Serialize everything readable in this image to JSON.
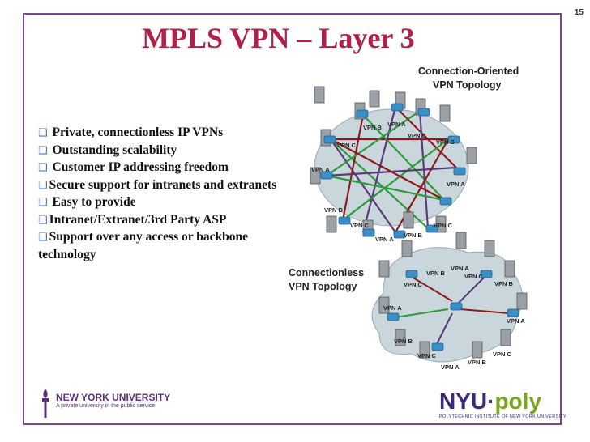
{
  "page_number": "15",
  "title": "MPLS VPN – Layer 3",
  "bullets": [
    "Private, connectionless IP VPNs",
    "Outstanding scalability",
    "Customer IP addressing freedom",
    "Secure support for intranets and extranets",
    "Easy to provide",
    "Intranet/Extranet/3rd Party ASP",
    "Support over any access or backbone technology"
  ],
  "diagram": {
    "top_title_line1": "Connection-Oriented",
    "top_title_line2": "VPN Topology",
    "bottom_title_line1": "Connectionless",
    "bottom_title_line2": "VPN Topology",
    "vpn_a": "VPN A",
    "vpn_b": "VPN B",
    "vpn_c": "VPN C"
  },
  "footer": {
    "left_logo_name": "NEW YORK UNIVERSITY",
    "left_logo_tagline": "A private university in the public service",
    "right_logo_nyu": "NYU·",
    "right_logo_poly": "poly",
    "right_logo_sub": "POLYTECHNIC INSTITUTE OF NEW YORK UNIVERSITY"
  }
}
